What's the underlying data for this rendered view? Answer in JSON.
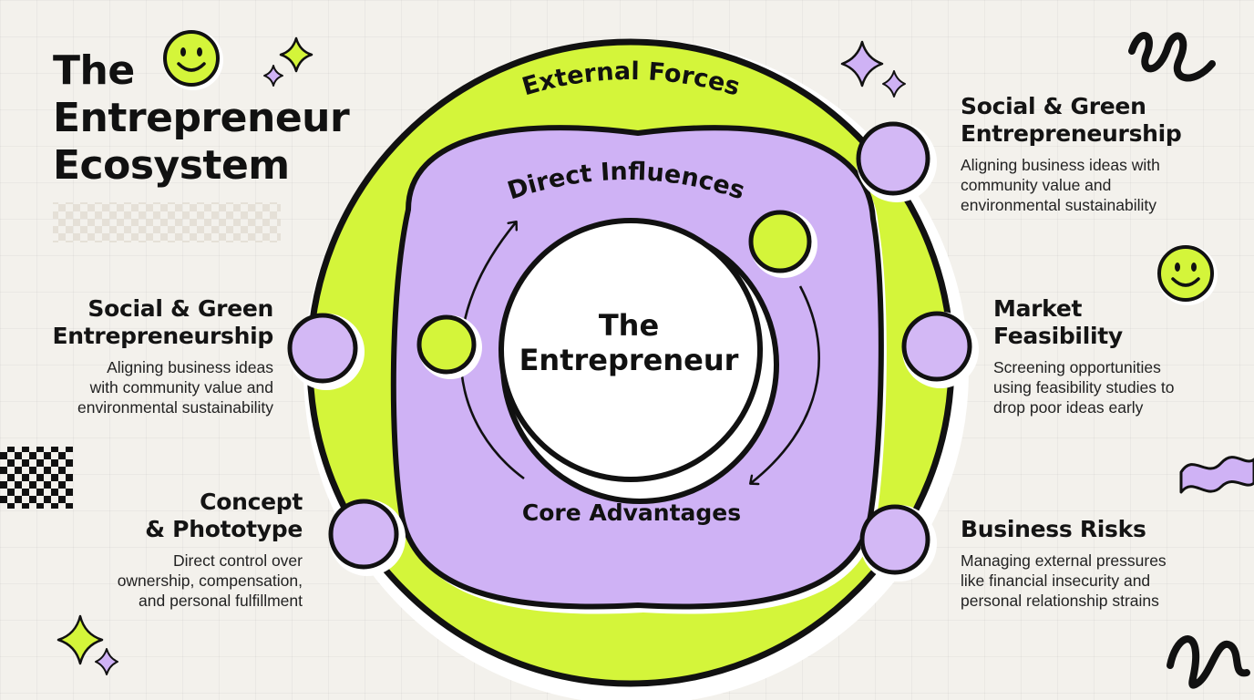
{
  "title": {
    "line1": "The",
    "line2": "Entrepreneur",
    "line3": "Ecosystem"
  },
  "rings": {
    "outer_label": "External Forces",
    "middle_label": "Direct Influences",
    "inner_label": "Core Advantages",
    "center_line1": "The",
    "center_line2": "Entrepreneur"
  },
  "items": {
    "top_right": {
      "head1": "Social & Green",
      "head2": "Entrepreneurship",
      "body1": "Aligning business ideas with",
      "body2": "community value and",
      "body3": "environmental sustainability"
    },
    "mid_right": {
      "head1": "Market",
      "head2": "Feasibility",
      "body1": "Screening opportunities",
      "body2": "using feasibility studies to",
      "body3": "drop poor ideas early"
    },
    "bottom_right": {
      "head1": "Business Risks",
      "body1": "Managing external pressures",
      "body2": "like financial insecurity and",
      "body3": "personal relationship strains"
    },
    "mid_left": {
      "head1": "Social & Green",
      "head2": "Entrepreneurship",
      "body1": "Aligning business ideas",
      "body2": "with community value and",
      "body3": "environmental sustainability"
    },
    "bottom_left": {
      "head1": "Concept",
      "head2": "& Phototype",
      "body1": "Direct control over",
      "body2": "ownership, compensation,",
      "body3": "and personal fulfillment"
    }
  },
  "colors": {
    "lime": "#d4f53a",
    "lavender": "#cfb2f5",
    "node": "#d3b8f5",
    "ink": "#111111",
    "background": "#f3f1ec"
  },
  "decorations": [
    "smiley-icon",
    "sparkle-icon",
    "squiggle-icon",
    "checker-pattern",
    "wave-icon"
  ]
}
